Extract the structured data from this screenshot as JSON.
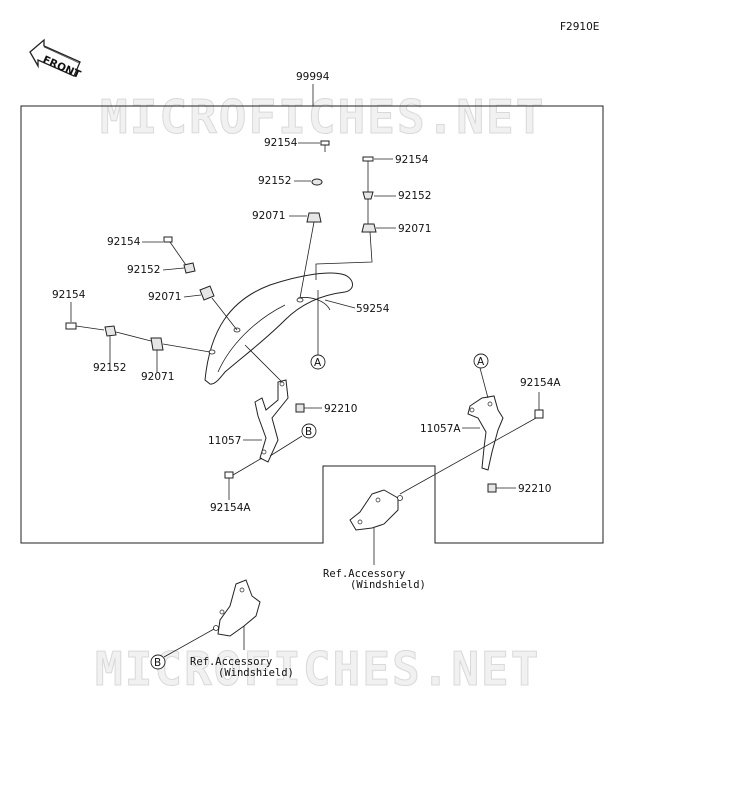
{
  "figure_code": "F2910E",
  "front_badge": "FRONT",
  "watermark": "MICROFICHES.NET",
  "assembly_number": "99994",
  "callouts": {
    "a": "A",
    "b": "B"
  },
  "parts": {
    "p92154_top": "92154",
    "p92152_top": "92152",
    "p92071_top": "92071",
    "p92154_right": "92154",
    "p92152_right": "92152",
    "p92071_right": "92071",
    "p92154_left": "92154",
    "p92152_left": "92152",
    "p92071_left": "92071",
    "p92154_far": "92154",
    "p92152_far": "92152",
    "p92071_far": "92071",
    "p59254": "59254",
    "p92210_left": "92210",
    "p11057": "11057",
    "p92154A_left": "92154A",
    "p11057A": "11057A",
    "p92154A_right": "92154A",
    "p92210_right": "92210"
  },
  "references": {
    "upper_line1": "Ref.Accessory",
    "upper_line2": "(Windshield)",
    "lower_line1": "Ref.Accessory",
    "lower_line2": "(Windshield)"
  }
}
